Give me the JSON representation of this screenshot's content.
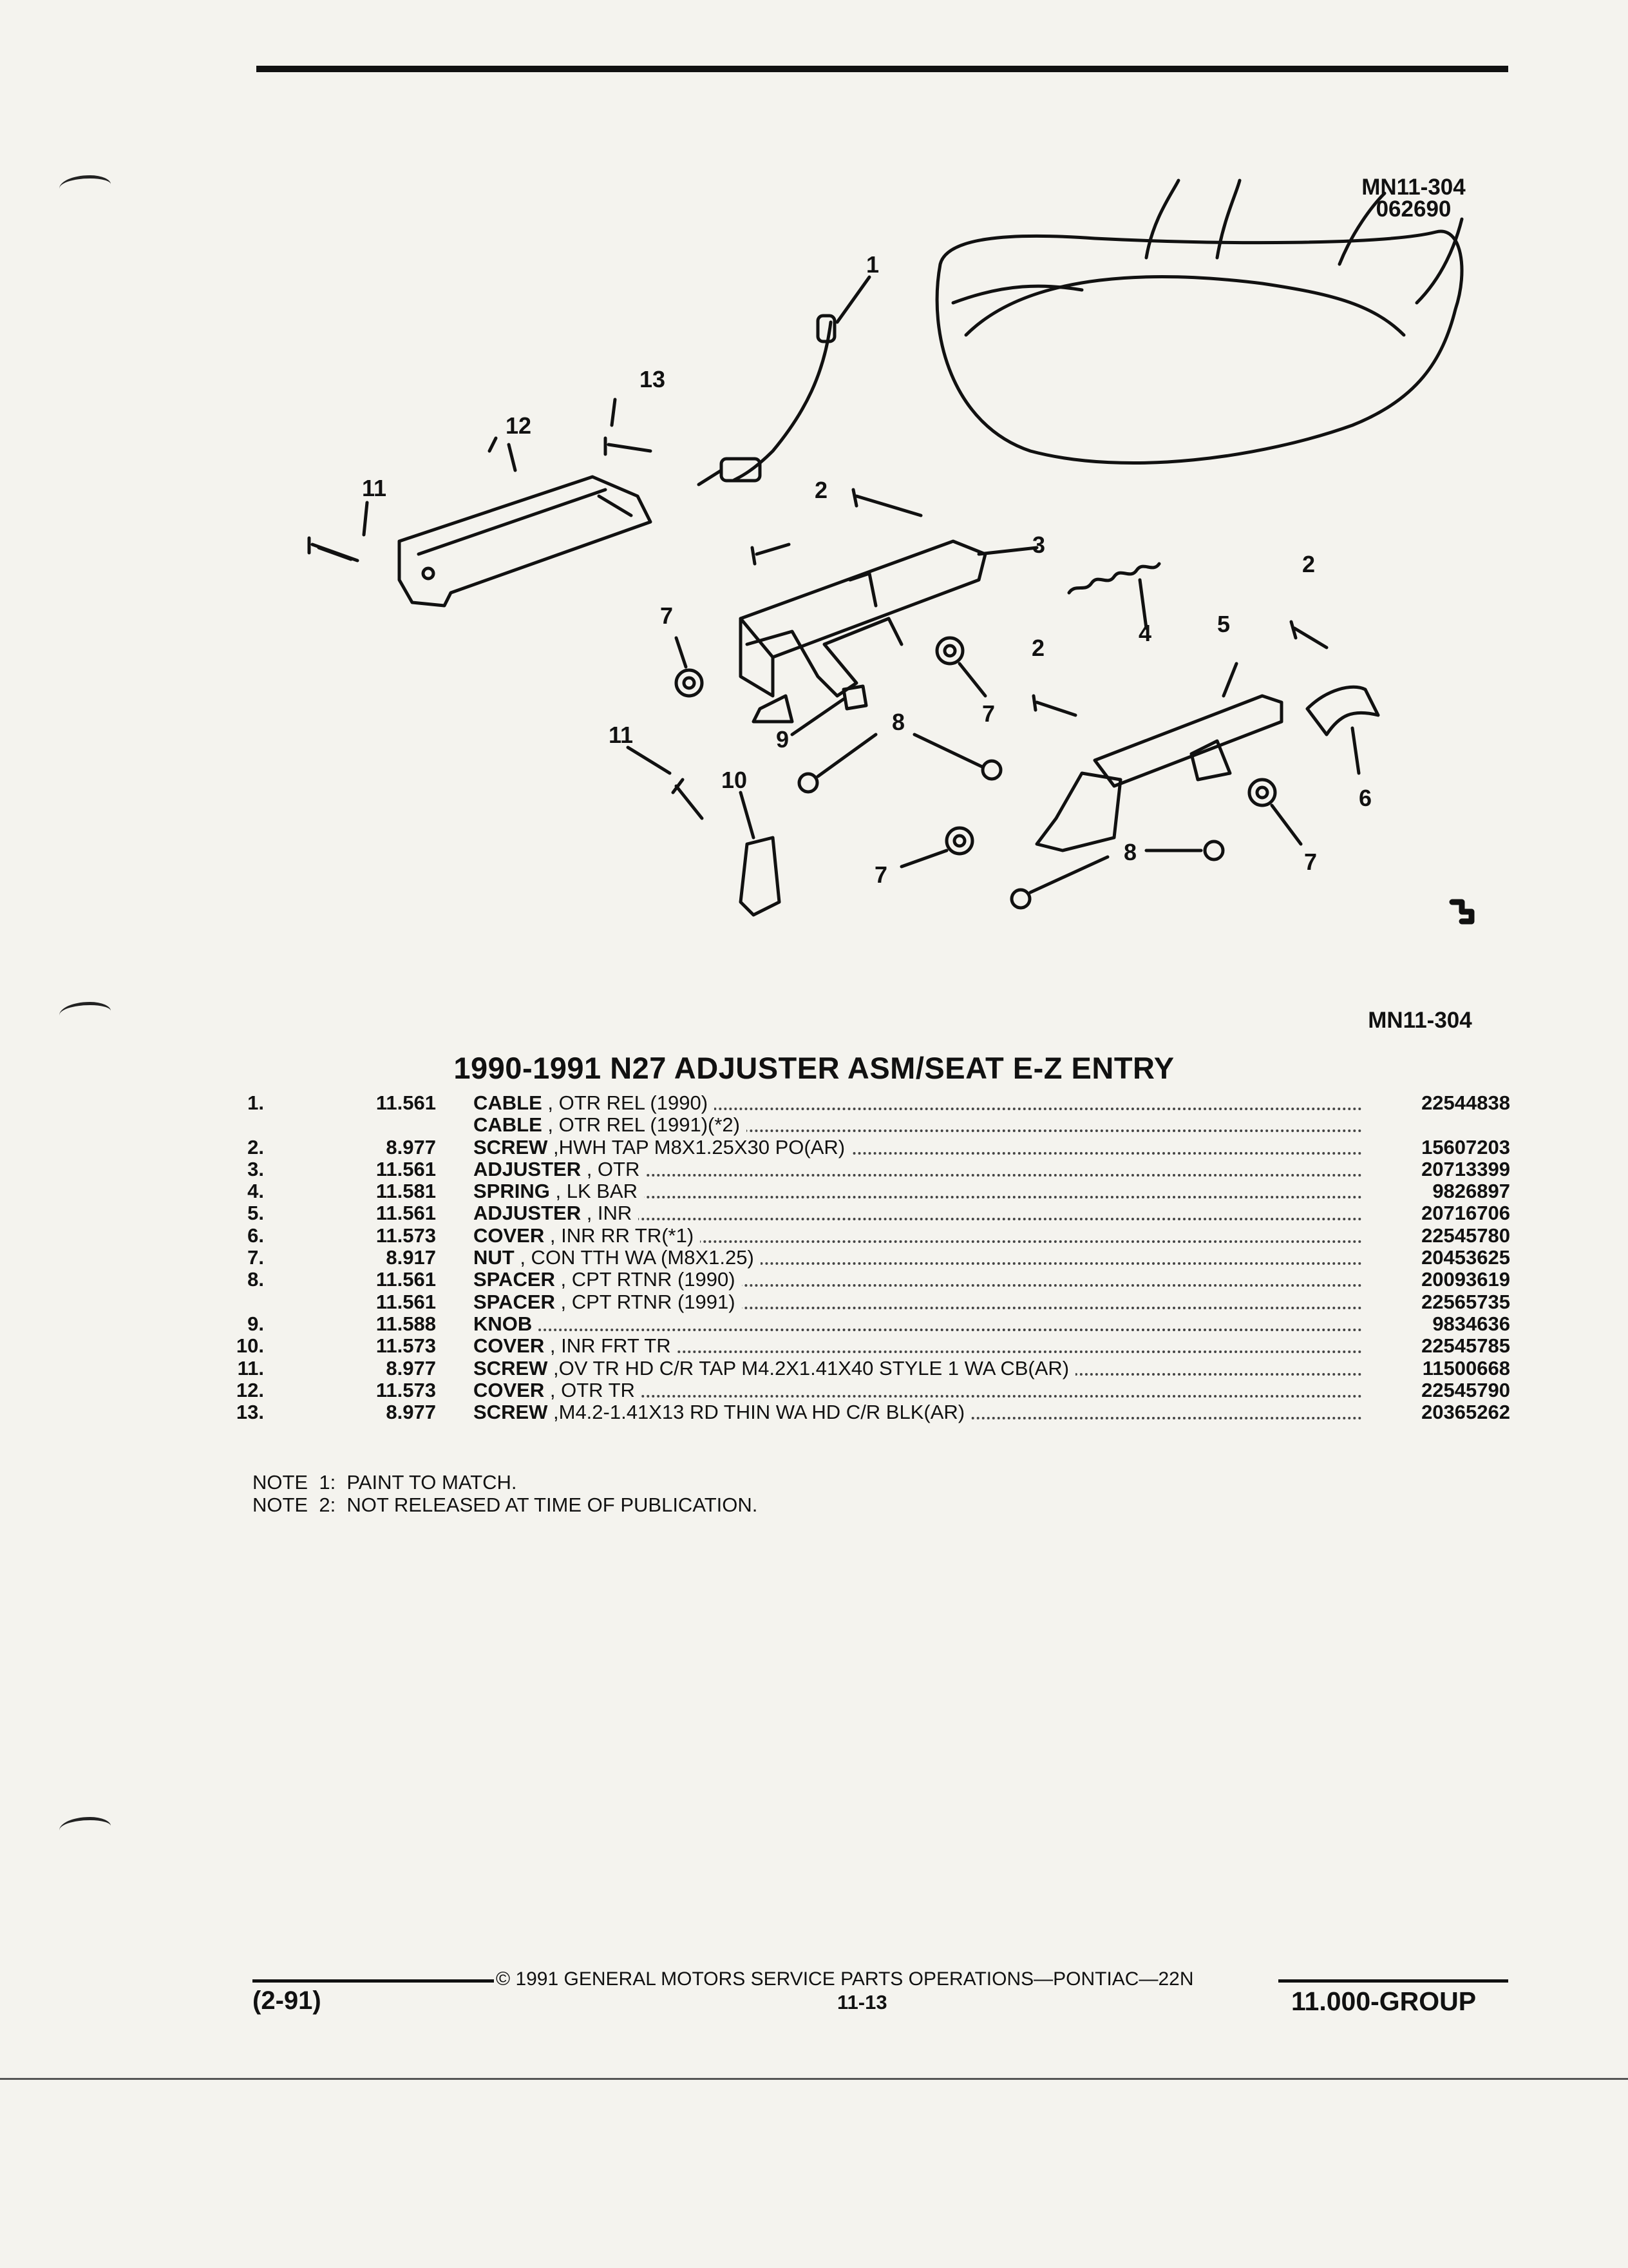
{
  "figure": {
    "code_top_line1": "MN11-304",
    "code_top_line2": "062690",
    "code_bottom": "MN11-304",
    "callouts": [
      "1",
      "2",
      "2",
      "2",
      "2",
      "3",
      "4",
      "5",
      "6",
      "7",
      "7",
      "7",
      "7",
      "8",
      "8",
      "8",
      "9",
      "10",
      "11",
      "11",
      "12",
      "13"
    ]
  },
  "title": "1990-1991 N27 ADJUSTER ASM/SEAT E-Z ENTRY",
  "parts": [
    {
      "no": "1.",
      "cat": "11.561",
      "name": "CABLE",
      "desc": " , OTR REL (1990)",
      "part": "22544838"
    },
    {
      "no": "",
      "cat": "",
      "name": "CABLE",
      "desc": " , OTR REL (1991)(*2)",
      "part": ""
    },
    {
      "no": "2.",
      "cat": "8.977",
      "name": "SCREW",
      "desc": " ,HWH TAP M8X1.25X30 PO(AR)",
      "part": "15607203"
    },
    {
      "no": "3.",
      "cat": "11.561",
      "name": "ADJUSTER",
      "desc": " , OTR",
      "part": "20713399"
    },
    {
      "no": "4.",
      "cat": "11.581",
      "name": "SPRING",
      "desc": " , LK BAR",
      "part": "9826897"
    },
    {
      "no": "5.",
      "cat": "11.561",
      "name": "ADJUSTER",
      "desc": " , INR",
      "part": "20716706"
    },
    {
      "no": "6.",
      "cat": "11.573",
      "name": "COVER",
      "desc": " , INR RR TR(*1)",
      "part": "22545780"
    },
    {
      "no": "7.",
      "cat": "8.917",
      "name": "NUT",
      "desc": " , CON TTH WA (M8X1.25)",
      "part": "20453625"
    },
    {
      "no": "8.",
      "cat": "11.561",
      "name": "SPACER",
      "desc": " , CPT RTNR (1990)",
      "part": "20093619"
    },
    {
      "no": "",
      "cat": "11.561",
      "name": "SPACER",
      "desc": " , CPT RTNR (1991)",
      "part": "22565735"
    },
    {
      "no": "9.",
      "cat": "11.588",
      "name": "KNOB",
      "desc": "",
      "part": "9834636"
    },
    {
      "no": "10.",
      "cat": "11.573",
      "name": "COVER",
      "desc": " , INR FRT TR",
      "part": "22545785"
    },
    {
      "no": "11.",
      "cat": "8.977",
      "name": "SCREW",
      "desc": " ,OV TR HD C/R TAP M4.2X1.41X40 STYLE 1 WA CB(AR)",
      "part": "11500668"
    },
    {
      "no": "12.",
      "cat": "11.573",
      "name": "COVER",
      "desc": " , OTR TR",
      "part": "22545790"
    },
    {
      "no": "13.",
      "cat": "8.977",
      "name": "SCREW",
      "desc": " ,M4.2-1.41X13 RD THIN WA HD C/R BLK(AR)",
      "part": "20365262"
    }
  ],
  "notes": [
    "NOTE  1:  PAINT TO MATCH.",
    "NOTE  2:  NOT RELEASED AT TIME OF PUBLICATION."
  ],
  "footer": {
    "copyright": "© 1991 GENERAL MOTORS SERVICE PARTS OPERATIONS—PONTIAC—22N",
    "page": "11-13",
    "date": "(2-91)",
    "group": "11.000-GROUP"
  }
}
